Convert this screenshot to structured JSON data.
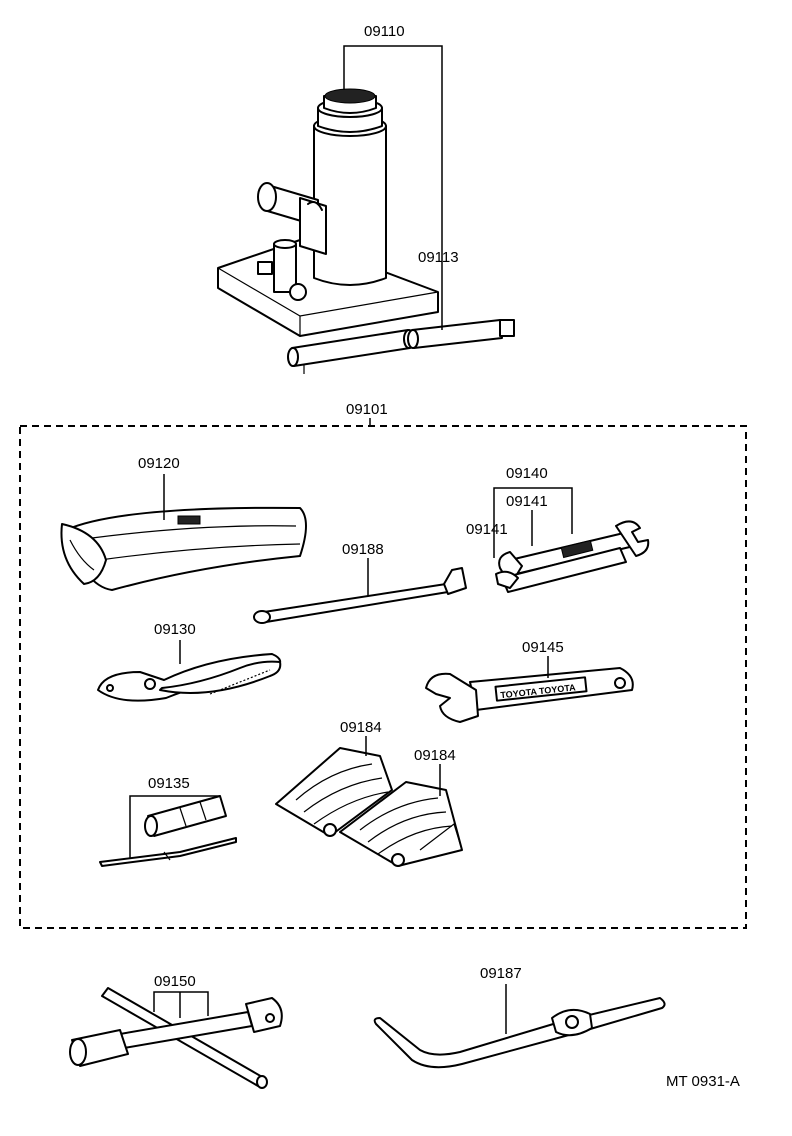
{
  "labels": {
    "jack": "09110",
    "jack_handle": "09113",
    "tool_kit": "09101",
    "tool_bag": "09120",
    "wrench_set": "09140",
    "wrench_a": "09141",
    "wrench_b": "09141",
    "tire_lever": "09188",
    "pliers": "09130",
    "adjustable_wrench": "09145",
    "chock_a": "09184",
    "chock_b": "09184",
    "screwdriver": "09135",
    "lug_wrench": "09150",
    "crank_handle": "09187"
  },
  "wrench_imprint": "TOYOTA TOYOTA",
  "drawing_code": "MT 0931-A"
}
